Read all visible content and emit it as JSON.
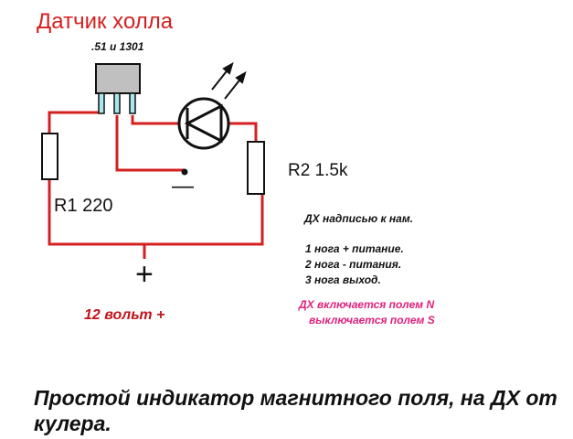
{
  "title": "Датчик холла",
  "sensor": {
    "part_label": ".51 и 1301"
  },
  "components": {
    "r1_label": "R1 220",
    "r2_label": "R2  1.5k",
    "minus_symbol": "—",
    "plus_symbol": "+"
  },
  "notes": {
    "orientation": "ДХ надписью к нам.",
    "pins": [
      "1 нога + питание.",
      "2 нога  - питания.",
      "3 нога  выход."
    ],
    "on": "ДХ включается полем N",
    "off": "выключается полем S"
  },
  "supply_label": "12 вольт +",
  "caption": "Простой индикатор магнитного поля, на ДХ от кулера.",
  "colors": {
    "wire": "#d42020",
    "title": "#d42020",
    "note_pink": "#e0207a",
    "sensor_body": "#c0c0c0",
    "sensor_pins": "#a8e8ee"
  }
}
